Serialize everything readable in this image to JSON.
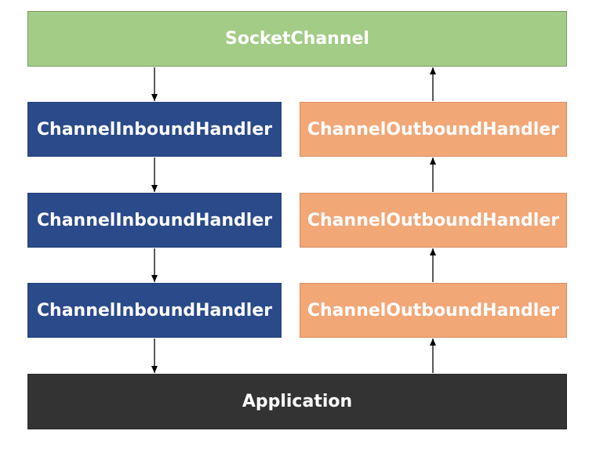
{
  "socket_channel": {
    "label": "SocketChannel",
    "color": "#a3cc86"
  },
  "application": {
    "label": "Application",
    "color": "#333333"
  },
  "inbound_handlers": [
    {
      "label": "ChannelInboundHandler"
    },
    {
      "label": "ChannelInboundHandler"
    },
    {
      "label": "ChannelInboundHandler"
    }
  ],
  "outbound_handlers": [
    {
      "label": "ChannelOutboundHandler"
    },
    {
      "label": "ChannelOutboundHandler"
    },
    {
      "label": "ChannelOutboundHandler"
    }
  ],
  "colors": {
    "inbound": "#2a4a8a",
    "outbound": "#f2a777",
    "arrow": "#000000"
  }
}
